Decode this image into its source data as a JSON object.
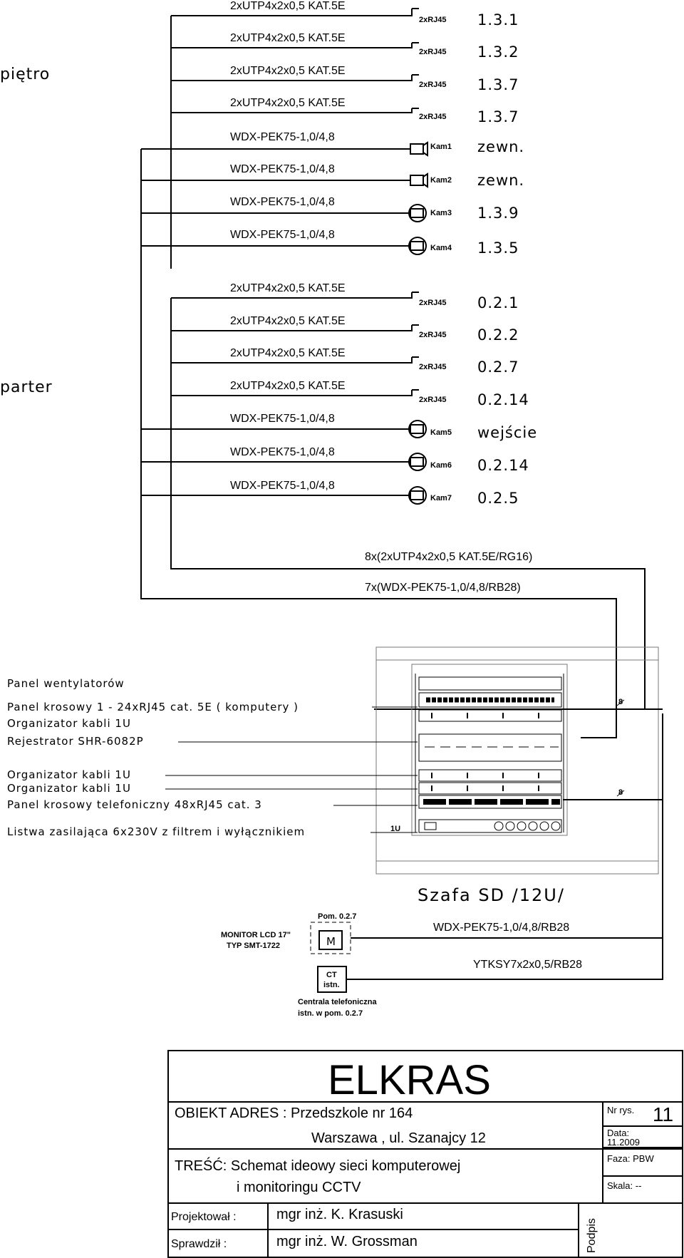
{
  "floors": {
    "upper": "piętro",
    "ground": "parter"
  },
  "upper_rows": [
    {
      "cable": "2xUTP4x2x0,5 KAT.5E",
      "connector": "2xRJ45",
      "kind": "rj",
      "room": "1.3.1"
    },
    {
      "cable": "2xUTP4x2x0,5 KAT.5E",
      "connector": "2xRJ45",
      "kind": "rj",
      "room": "1.3.2"
    },
    {
      "cable": "2xUTP4x2x0,5 KAT.5E",
      "connector": "2xRJ45",
      "kind": "rj",
      "room": "1.3.7"
    },
    {
      "cable": "2xUTP4x2x0,5 KAT.5E",
      "connector": "2xRJ45",
      "kind": "rj",
      "room": "1.3.7"
    },
    {
      "cable": "WDX-PEK75-1,0/4,8",
      "connector": "Kam1",
      "kind": "cam",
      "room": "zewn."
    },
    {
      "cable": "WDX-PEK75-1,0/4,8",
      "connector": "Kam2",
      "kind": "cam",
      "room": "zewn."
    },
    {
      "cable": "WDX-PEK75-1,0/4,8",
      "connector": "Kam3",
      "kind": "dome",
      "room": "1.3.9"
    },
    {
      "cable": "WDX-PEK75-1,0/4,8",
      "connector": "Kam4",
      "kind": "dome",
      "room": "1.3.5"
    }
  ],
  "ground_rows": [
    {
      "cable": "2xUTP4x2x0,5 KAT.5E",
      "connector": "2xRJ45",
      "kind": "rj",
      "room": "0.2.1"
    },
    {
      "cable": "2xUTP4x2x0,5 KAT.5E",
      "connector": "2xRJ45",
      "kind": "rj",
      "room": "0.2.2"
    },
    {
      "cable": "2xUTP4x2x0,5 KAT.5E",
      "connector": "2xRJ45",
      "kind": "rj",
      "room": "0.2.7"
    },
    {
      "cable": "2xUTP4x2x0,5 KAT.5E",
      "connector": "2xRJ45",
      "kind": "rj",
      "room": "0.2.14"
    },
    {
      "cable": "WDX-PEK75-1,0/4,8",
      "connector": "Kam5",
      "kind": "dome",
      "room": "wejście"
    },
    {
      "cable": "WDX-PEK75-1,0/4,8",
      "connector": "Kam6",
      "kind": "dome",
      "room": "0.2.14"
    },
    {
      "cable": "WDX-PEK75-1,0/4,8",
      "connector": "Kam7",
      "kind": "dome",
      "room": "0.2.5"
    }
  ],
  "trunks": {
    "utp": "8x(2xUTP4x2x0,5 KAT.5E/RG16)",
    "coax": "7x(WDX-PEK75-1,0/4,8/RB28)"
  },
  "rack": {
    "components": [
      "Panel wentylatorów",
      "Panel krosowy 1 - 24xRJ45 cat. 5E ( komputery )",
      "Organizator kabli 1U",
      "Rejestrator SHR-6082P",
      "Organizator kabli 1U",
      "Organizator kabli 1U",
      "Panel krosowy telefoniczny  48xRJ45 cat. 3",
      "Listwa zasilająca 6x230V z filtrem i wyłącznikiem"
    ],
    "label_1u": "1U",
    "count_1": "8",
    "count_2": "8",
    "title": "Szafa SD /12U/"
  },
  "monitor": {
    "room": "Pom. 0.2.7",
    "symbol": "M",
    "label_line1": "MONITOR LCD 17\"",
    "label_line2": "TYP SMT-1722"
  },
  "pbx": {
    "symbol_line1": "CT",
    "symbol_line2": "istn.",
    "label_line1": "Centrala telefoniczna",
    "label_line2": "istn. w pom. 0.2.7"
  },
  "bottom_cables": {
    "coax": "WDX-PEK75-1,0/4,8/RB28",
    "phone": "YTKSY7x2x0,5/RB28"
  },
  "title_block": {
    "company": "ELKRAS",
    "object_label": "OBIEKT ADRES : Przedszkole nr 164",
    "address": "Warszawa , ul. Szanajcy 12",
    "content_label": "TREŚĆ: Schemat ideowy sieci komputerowej",
    "content_line2": "i monitoringu CCTV",
    "drawing_no_label": "Nr rys.",
    "drawing_no": "11",
    "date_label": "Data:",
    "date": "11.2009",
    "phase": "Faza: PBW",
    "scale": "Skala: --",
    "designed_label": "Projektował :",
    "designer": "mgr inż. K. Krasuski",
    "checked_label": "Sprawdził :",
    "checker": "mgr inż. W. Grossman",
    "signature_label": "Podpis"
  }
}
